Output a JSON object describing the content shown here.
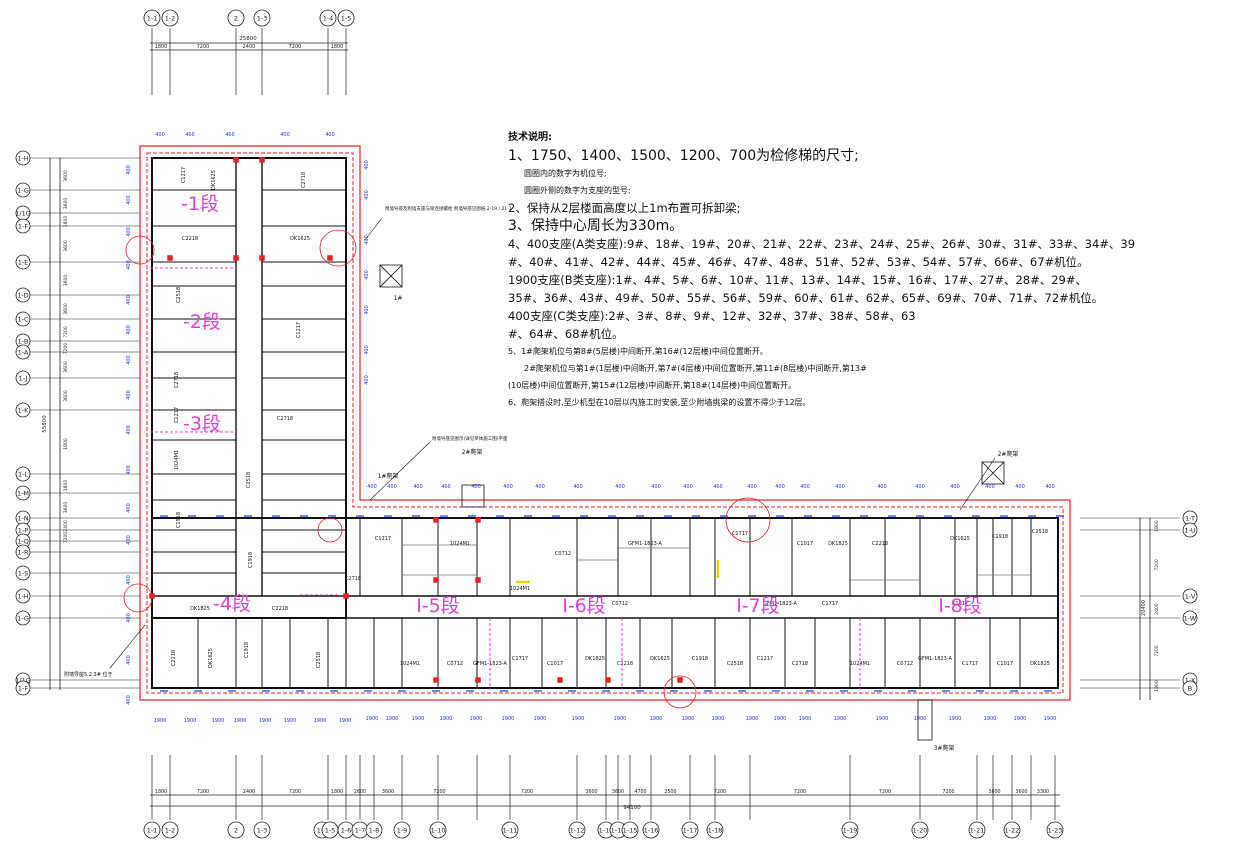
{
  "notes": {
    "title": "技术说明:",
    "lines": [
      {
        "text": "1、1750、1400、1500、1200、700为检修梯的尺寸;",
        "size": "big",
        "indent": false
      },
      {
        "text": "圆圈内的数字为机位号;",
        "size": "sm",
        "indent": true
      },
      {
        "text": "圆圈外侧的数字为支座的型号;",
        "size": "sm",
        "indent": true
      },
      {
        "text": "2、保持从2层楼面高度以上1m布置可拆卸梁;",
        "size": "mid",
        "indent": false
      },
      {
        "text": "3、保持中心周长为330m。",
        "size": "big",
        "indent": false
      },
      {
        "text": "4、400支座(A类支座):9#、18#、19#、20#、21#、22#、23#、24#、25#、26#、30#、31#、33#、34#、39",
        "size": "mid",
        "indent": false
      },
      {
        "text": "#、40#、41#、42#、44#、45#、46#、47#、48#、51#、52#、53#、54#、57#、66#、67#机位。",
        "size": "mid",
        "indent": false
      },
      {
        "text": "1900支座(B类支座):1#、4#、5#、6#、10#、11#、13#、14#、15#、16#、17#、27#、28#、29#、",
        "size": "mid",
        "indent": false
      },
      {
        "text": "35#、36#、43#、49#、50#、55#、56#、59#、60#、61#、62#、65#、69#、70#、71#、72#机位。",
        "size": "mid",
        "indent": false
      },
      {
        "text": "400支座(C类支座):2#、3#、8#、9#、12#、32#、37#、38#、58#、63",
        "size": "mid",
        "indent": false
      },
      {
        "text": "#、64#、68#机位。",
        "size": "mid",
        "indent": false
      },
      {
        "text": "5、1#爬架机位与第8#(5层楼)中间断开,第16#(12层楼)中间位置断开。",
        "size": "sm",
        "indent": false
      },
      {
        "text": "2#爬架机位与第1#(1层楼)中间断开,第7#(4层楼)中间位置断开,第11#(8层楼)中间断开,第13#",
        "size": "sm",
        "indent": true
      },
      {
        "text": "(10层楼)中间位置断开,第15#(12层楼)中间断开,第18#(14层楼)中间位置断开。",
        "size": "sm",
        "indent": false
      },
      {
        "text": "6、爬架搭设时,至少机型在10层以内施工时安装,至少附墙挑梁的设置不得少于12层。",
        "size": "sm",
        "indent": false
      }
    ]
  },
  "segments": [
    "-1段",
    "-2段",
    "-3段",
    "-4段",
    "-5段",
    "-6段",
    "-7段",
    "-8段"
  ],
  "segment_prefix": "I",
  "top_axis": {
    "labels": [
      "1-1",
      "1-2",
      "2",
      "1-3",
      "1-4",
      "1-5"
    ],
    "total": "25800",
    "dims": [
      "1800",
      "7200",
      "2400",
      "7200",
      "1800"
    ]
  },
  "bottom_axis": {
    "labels": [
      "1-1",
      "1-2",
      "2",
      "1-3",
      "1-4",
      "1-5",
      "1-6",
      "1-7",
      "1-8",
      "1-9",
      "1-10",
      "1-11",
      "1-12",
      "1-13",
      "1-14",
      "1-15",
      "1-16",
      "1-17",
      "1-18",
      "1-19",
      "1-20",
      "1-21",
      "1-22",
      "1-23"
    ],
    "total": "94100",
    "dims": [
      "1800",
      "7200",
      "2400",
      "7200",
      "1800",
      "2600",
      "3600",
      "7200",
      "7200",
      "3600",
      "3600",
      "4700",
      "2500",
      "7200",
      "7200",
      "7200",
      "7200",
      "3600",
      "3600",
      "3300"
    ]
  },
  "left_axis": {
    "labels": [
      "1-H",
      "1-G",
      "1/1G",
      "1-F",
      "1-E",
      "1-D",
      "1-C",
      "1-B",
      "1-A",
      "1-J",
      "1-K",
      "1-L",
      "1-M",
      "1-N",
      "1-P",
      "1-Q",
      "1-R",
      "1-S"
    ],
    "total": "55800",
    "dims": [
      "3600",
      "3600",
      "1800",
      "3600",
      "3600",
      "3600",
      "7200",
      "7200",
      "3600",
      "3600",
      "1800",
      "1800",
      "3600",
      "2400",
      "7200"
    ]
  },
  "right_axis": {
    "labels": [
      "1-T",
      "1-U",
      "1-V",
      "1-W",
      "1-X",
      "B"
    ],
    "dims": [
      "1800",
      "7200",
      "2400",
      "7200",
      "1800"
    ],
    "total": "20400"
  },
  "annotations": {
    "mid_note": "附墙导座及附墙支座与梁连接螺栓 附墙导座见图纸 2-19 / 21-1",
    "top_note": "附墙导座见图示(详见单体施工图)平面",
    "bottom_left_note": "附墙导座5.2.3# 位于",
    "unit_1": "1#",
    "unit_2": "2#爬架",
    "unit_3": "3#爬架",
    "unit_A": "1#",
    "unit_1b": "1#爬架"
  },
  "rooms": {
    "labels": [
      "C2218",
      "DK1625",
      "C1918",
      "C2518",
      "C1217",
      "C2718",
      "1024M1",
      "C0712",
      "GFM1-1823-A",
      "C1717",
      "C1017",
      "DK1825"
    ]
  },
  "colors": {
    "wall": "#111111",
    "dim": "#222222",
    "frame": "#e8202a",
    "blue": "#2233dd",
    "pink": "#e23fd4",
    "yellow": "#e9d400",
    "grey": "#777777"
  }
}
